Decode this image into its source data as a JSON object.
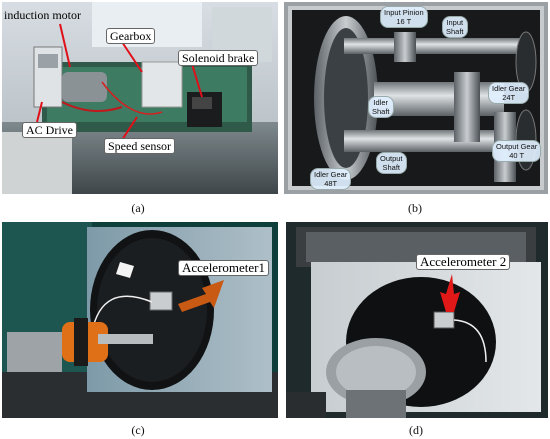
{
  "panels": {
    "a": {
      "caption": "(a)",
      "labels": {
        "induction_motor": "induction motor",
        "gearbox": "Gearbox",
        "solenoid_brake": "Solenoid brake",
        "ac_drive": "AC Drive",
        "speed_sensor": "Speed sensor"
      }
    },
    "b": {
      "caption": "(b)",
      "labels": {
        "input_pinion": "Input Pinion\n16 T",
        "input_shaft": "Input\nShaft",
        "idler_gear_24": "Idler Gear\n24T",
        "idler_shaft": "Idler\nShaft",
        "output_shaft": "Output\nShaft",
        "output_gear": "Output Gear\n40 T",
        "idler_gear_48": "Idler Gear\n48T"
      }
    },
    "c": {
      "caption": "(c)",
      "labels": {
        "accelerometer": "Accelerometer1"
      }
    },
    "d": {
      "caption": "(d)",
      "labels": {
        "accelerometer": "Accelerometer 2"
      }
    }
  },
  "colors": {
    "arrow": "#c85a14",
    "callout_bg": "#e1f0ff"
  }
}
